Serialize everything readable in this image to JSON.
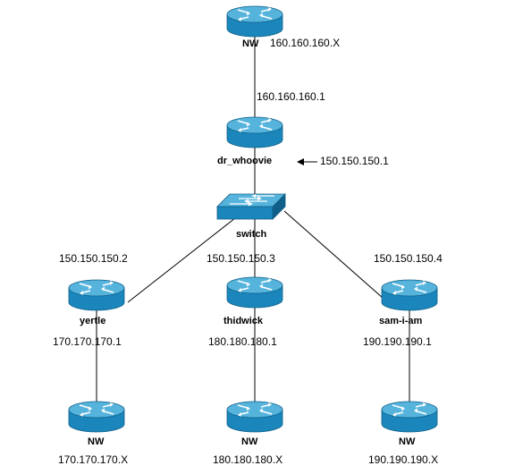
{
  "colors": {
    "router_top": "#56b4dc",
    "router_side": "#1a86bb",
    "router_edge": "#0f5f88",
    "link": "#000000"
  },
  "icons": {
    "router": "router-icon",
    "switch": "switch-icon"
  },
  "nodes": {
    "top_nw": {
      "name": "NW",
      "net": "160.160.160.X"
    },
    "core_link": {
      "addr": "160.160.160.1"
    },
    "dr_whoovie": {
      "name": "dr_whoovie",
      "addr": "150.150.150.1"
    },
    "switch": {
      "name": "switch"
    },
    "yertle": {
      "name": "yertle",
      "lan_addr": "150.150.150.2",
      "wan_addr": "170.170.170.1"
    },
    "thidwick": {
      "name": "thidwick",
      "lan_addr": "150.150.150.3",
      "wan_addr": "180.180.180.1"
    },
    "sam_i_am": {
      "name": "sam-i-am",
      "lan_addr": "150.150.150.4",
      "wan_addr": "190.190.190.1"
    },
    "nw_left": {
      "name": "NW",
      "net": "170.170.170.X"
    },
    "nw_mid": {
      "name": "NW",
      "net": "180.180.180.X"
    },
    "nw_right": {
      "name": "NW",
      "net": "190.190.190.X"
    }
  }
}
